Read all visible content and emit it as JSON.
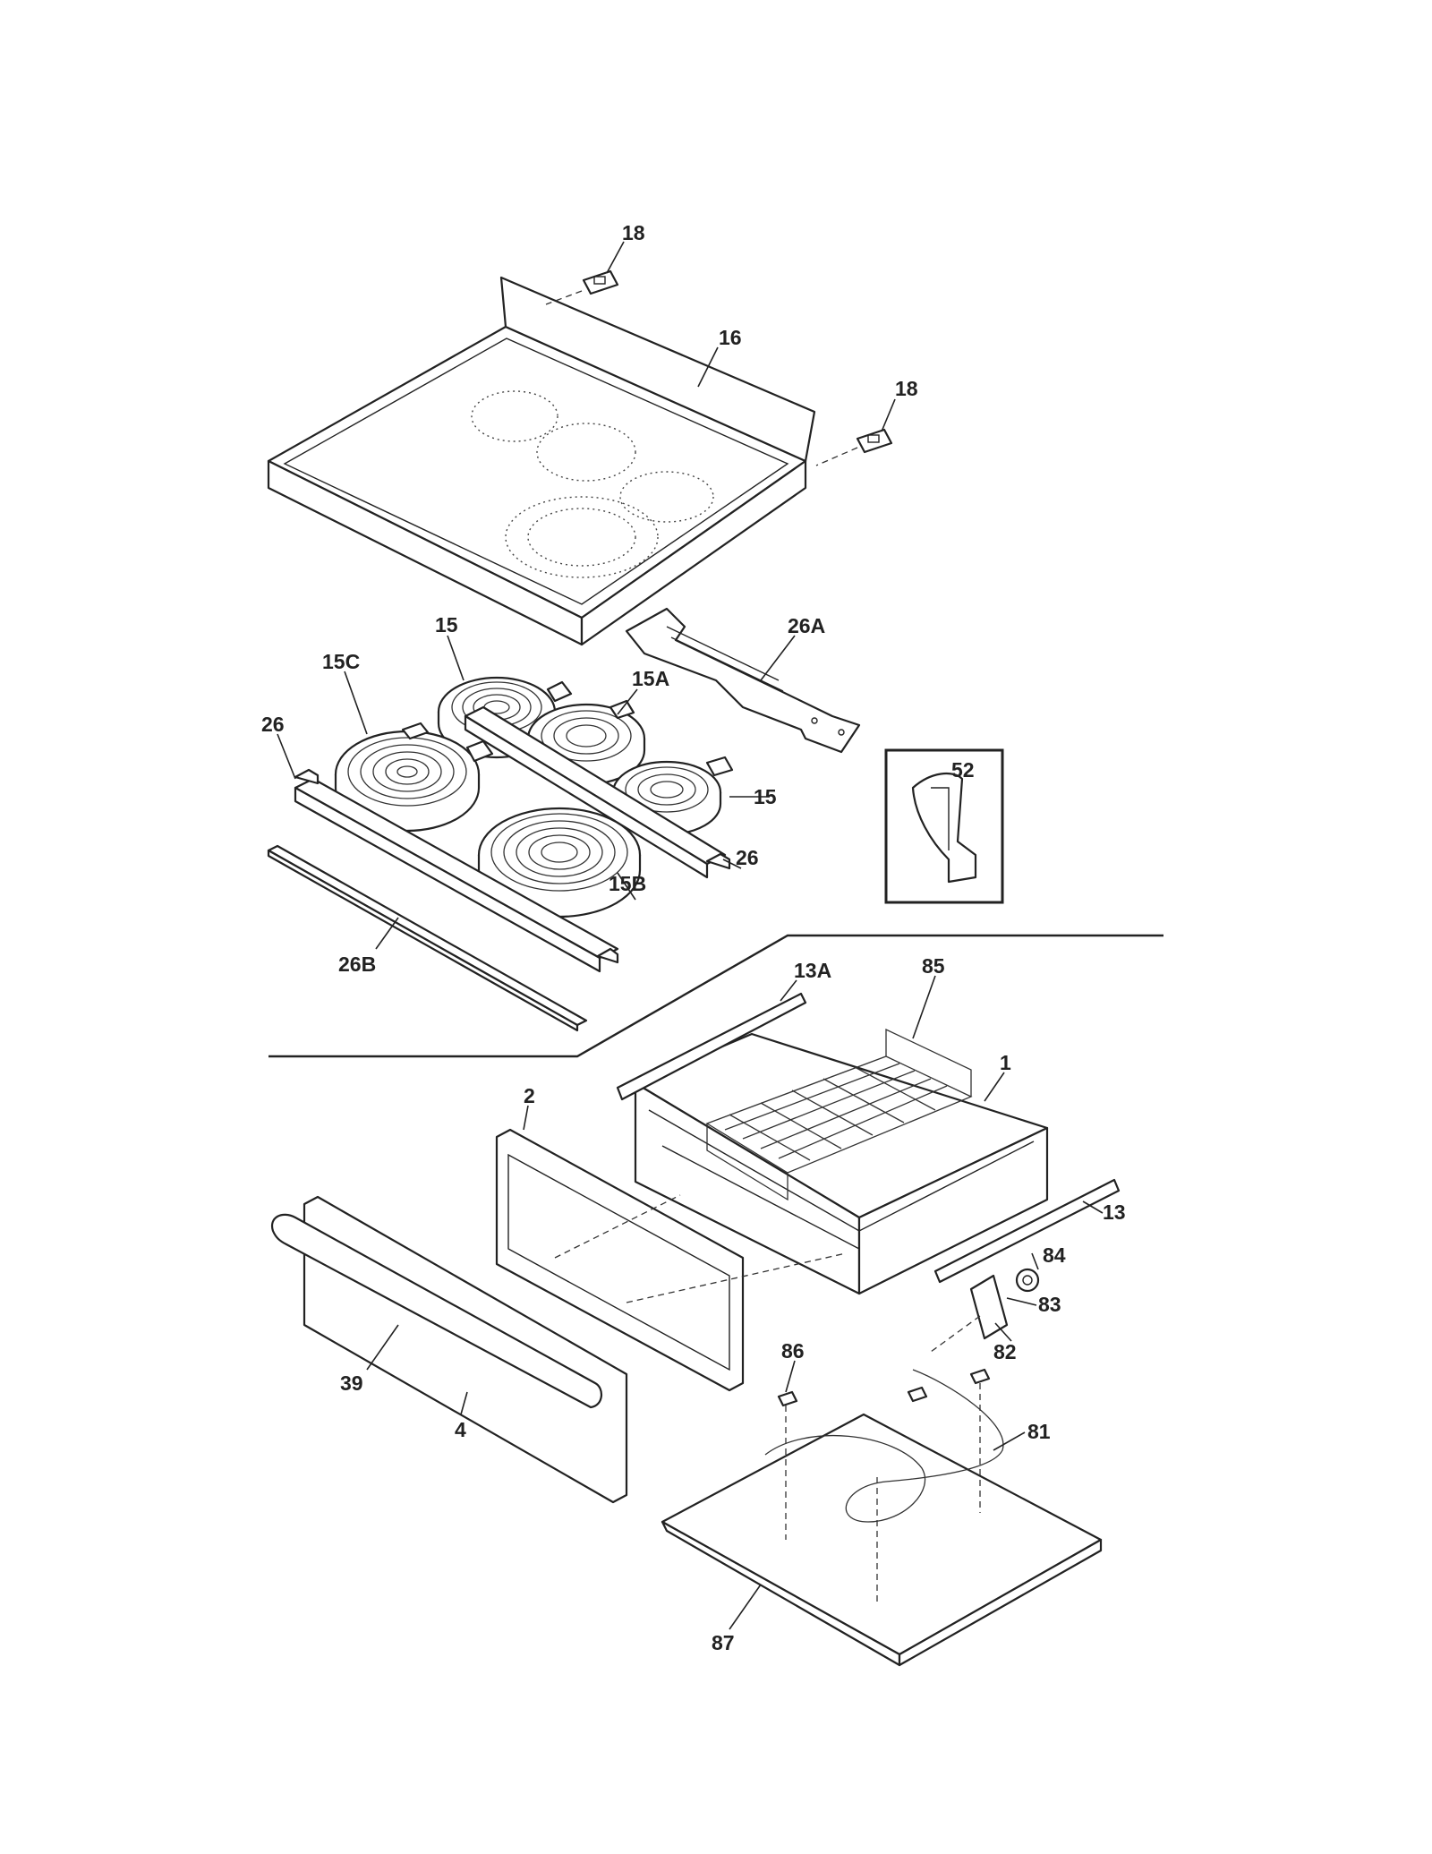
{
  "diagram": {
    "labels": {
      "p18a": "18",
      "p16": "16",
      "p18b": "18",
      "p26A": "26A",
      "p15a": "15",
      "p15C": "15C",
      "p15A": "15A",
      "p26a": "26",
      "p52": "52",
      "p15b": "15",
      "p26b": "26",
      "p15B": "15B",
      "p26B": "26B",
      "p13A": "13A",
      "p85": "85",
      "p1": "1",
      "p2": "2",
      "p13": "13",
      "p84": "84",
      "p83": "83",
      "p82": "82",
      "p86": "86",
      "p81": "81",
      "p39": "39",
      "p4": "4",
      "p87": "87"
    }
  }
}
